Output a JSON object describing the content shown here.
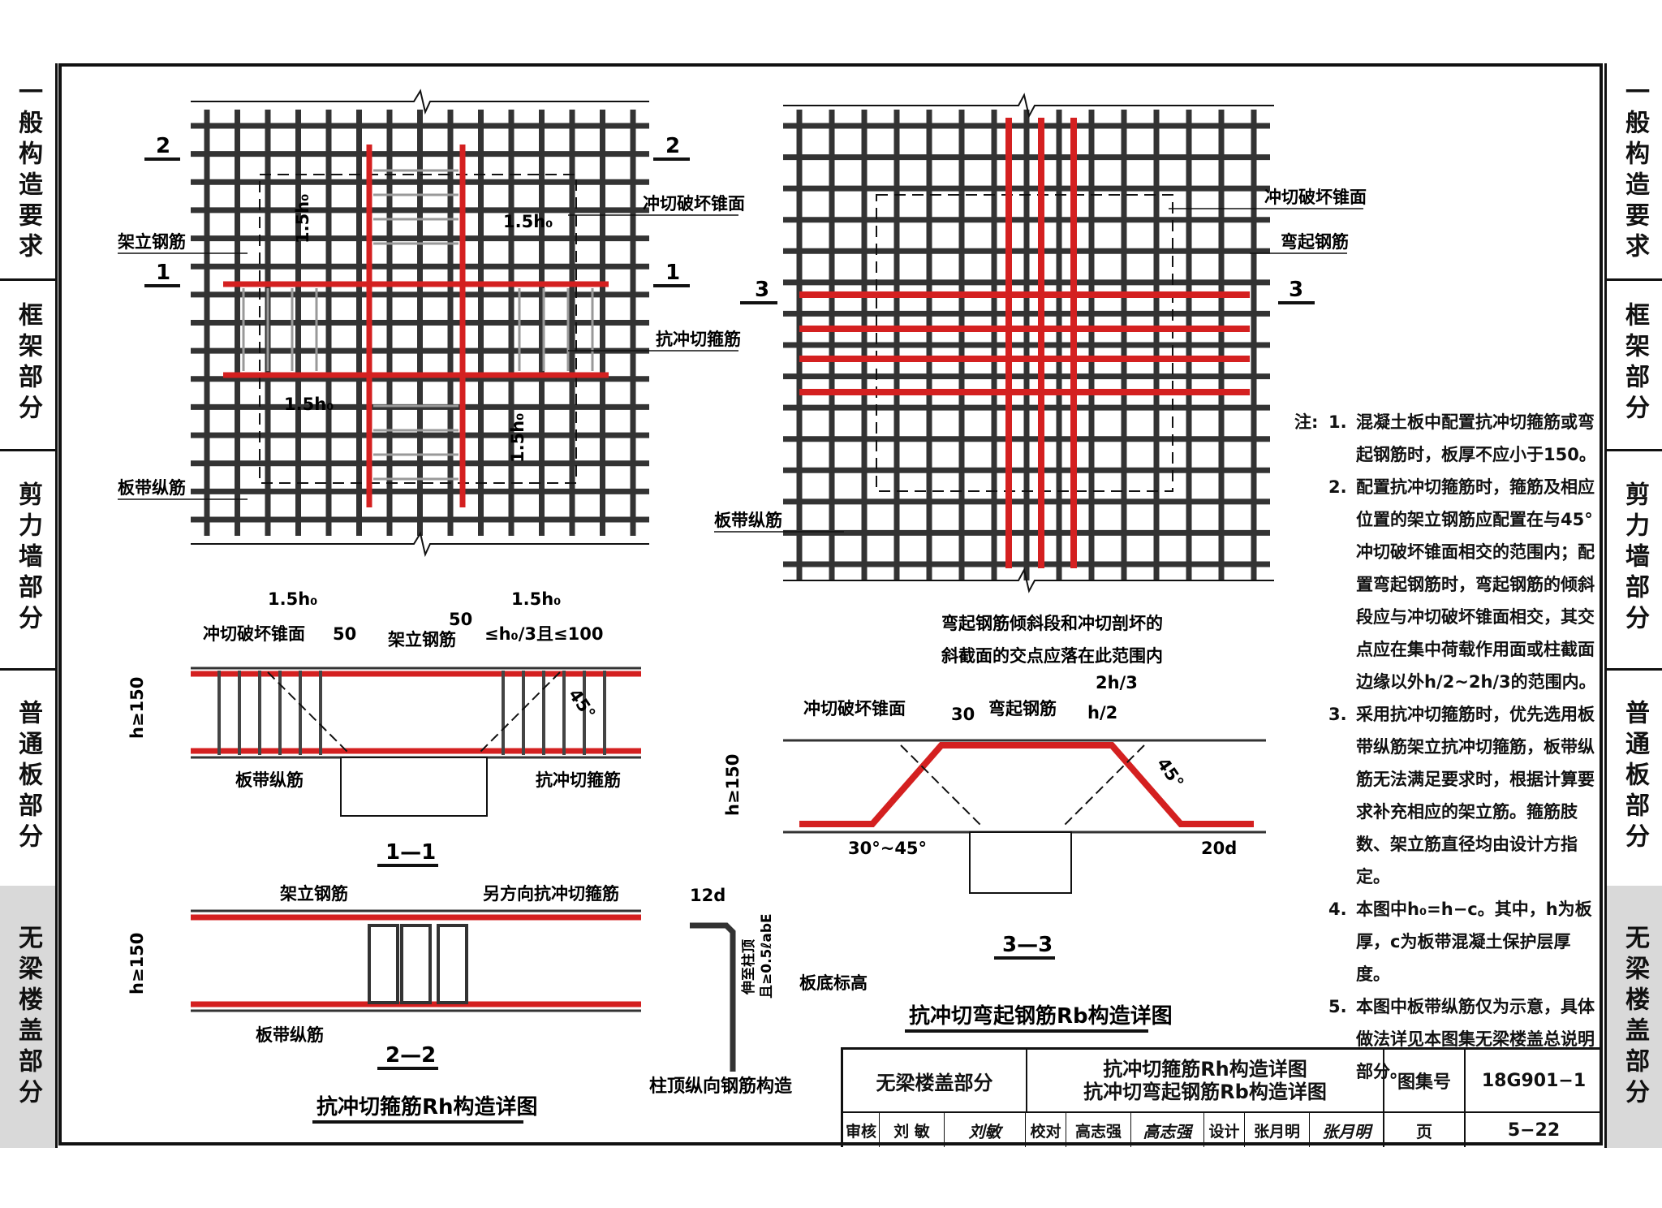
{
  "side_tabs": [
    "一般构造要求",
    "框架部分",
    "剪力墙部分",
    "普通板部分",
    "无梁楼盖部分"
  ],
  "active_tab_index": 4,
  "accent_color": "#d42020",
  "plan_left": {
    "label_support": "架立钢筋",
    "label_strip": "板带纵筋",
    "label_cone": "冲切破坏锥面",
    "label_stirrup": "抗冲切箍筋",
    "dim": "1.5h₀",
    "sec_1": "1",
    "sec_2": "2"
  },
  "plan_right": {
    "label_cone": "冲切破坏锥面",
    "label_bent": "弯起钢筋",
    "label_strip": "板带纵筋",
    "sec_3": "3"
  },
  "section_11": {
    "dim_left": "1.5h₀",
    "dim_right": "1.5h₀",
    "dim_50a": "50",
    "dim_50b": "50",
    "dim_spacing": "≤h₀/3且≤100",
    "label_cone": "冲切破坏锥面",
    "label_support": "架立钢筋",
    "label_strip": "板带纵筋",
    "label_stirrup": "抗冲切箍筋",
    "h": "h≥150",
    "angle": "45°",
    "title": "1—1"
  },
  "section_22": {
    "label_support": "架立钢筋",
    "label_other": "另方向抗冲切箍筋",
    "label_strip": "板带纵筋",
    "h": "h≥150",
    "title": "2—2",
    "caption": "抗冲切箍筋Rh构造详图"
  },
  "column_top": {
    "dim": "12d",
    "text1": "伸至柱顶",
    "text2": "且≥0.5ℓabE",
    "label_level": "板底标高",
    "caption": "柱顶纵向钢筋构造"
  },
  "section_33": {
    "note1": "弯起钢筋倾斜段和冲切剖坏的",
    "note2": "斜截面的交点应落在此范围内",
    "dim_2h3": "2h/3",
    "dim_h2": "h/2",
    "dim_30": "30",
    "label_cone": "冲切破坏锥面",
    "label_bent": "弯起钢筋",
    "h": "h≥150",
    "angle45": "45°",
    "angle_range": "30°~45°",
    "dim_20d": "20d",
    "title": "3—3",
    "caption": "抗冲切弯起钢筋Rb构造详图"
  },
  "notes": {
    "prefix": "注:",
    "items": [
      {
        "n": "1.",
        "t": "混凝土板中配置抗冲切箍筋或弯起钢筋时，板厚不应小于150。"
      },
      {
        "n": "2.",
        "t": "配置抗冲切箍筋时，箍筋及相应位置的架立钢筋应配置在与45°冲切破坏锥面相交的范围内；配置弯起钢筋时，弯起钢筋的倾斜段应与冲切破坏锥面相交，其交点应在集中荷载作用面或柱截面边缘以外h/2~2h/3的范围内。"
      },
      {
        "n": "3.",
        "t": "采用抗冲切箍筋时，优先选用板带纵筋架立抗冲切箍筋，板带纵筋无法满足要求时，根据计算要求补充相应的架立筋。箍筋肢数、架立筋直径均由设计方指定。"
      },
      {
        "n": "4.",
        "t": "本图中h₀=h−c。其中，h为板厚，c为板带混凝土保护层厚度。"
      },
      {
        "n": "5.",
        "t": "本图中板带纵筋仅为示意，具体做法详见本图集无梁楼盖总说明部分。"
      }
    ]
  },
  "title_block": {
    "section": "无梁楼盖部分",
    "title1": "抗冲切箍筋Rh构造详图",
    "title2": "抗冲切弯起钢筋Rb构造详图",
    "atlas_label": "图集号",
    "atlas_no": "18G901−1",
    "review_label": "审核",
    "reviewer": "刘 敏",
    "review_sig": "刘敏",
    "check_label": "校对",
    "checker": "高志强",
    "check_sig": "高志强",
    "design_label": "设计",
    "designer": "张月明",
    "design_sig": "张月明",
    "page_label": "页",
    "page_no": "5−22"
  }
}
